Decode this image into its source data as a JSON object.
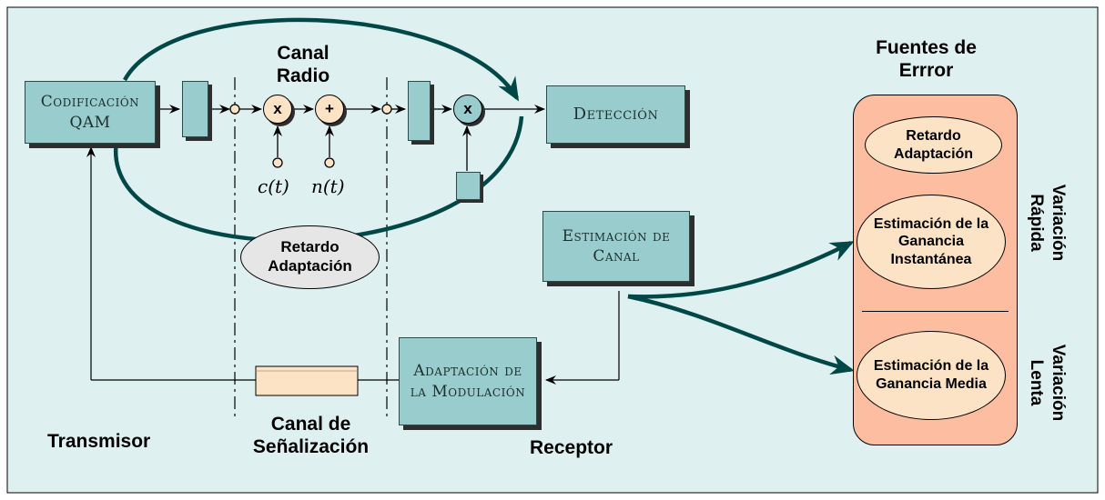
{
  "blocks": {
    "codificacion": "Codificación QAM",
    "deteccion": "Detección",
    "estimacion_canal": "Estimación de Canal",
    "adaptacion_modulacion": "Adaptación de la Modulación"
  },
  "operators": {
    "mult1": "x",
    "sum": "+",
    "mult2": "x"
  },
  "signals": {
    "c": "c(t)",
    "n": "n(t)"
  },
  "labels": {
    "canal_radio": "Canal Radio",
    "retardo_adaptacion": "Retardo Adaptación",
    "transmisor": "Transmisor",
    "canal_senalizacion": "Canal de Señalización",
    "receptor": "Receptor"
  },
  "error_sources": {
    "title": "Fuentes de Errror",
    "retardo": "Retardo Adaptación",
    "ganancia_instantanea": "Estimación de la Ganancia Instantánea",
    "ganancia_media": "Estimación de la Ganancia Media",
    "variacion_rapida": "Variación Rápida",
    "variacion_lenta": "Variación Lenta"
  },
  "colors": {
    "background": "#dff0f0",
    "block": "#99cccc",
    "panel": "#fcbda0",
    "ellipse": "#fde3c6",
    "arrow": "#004848"
  }
}
